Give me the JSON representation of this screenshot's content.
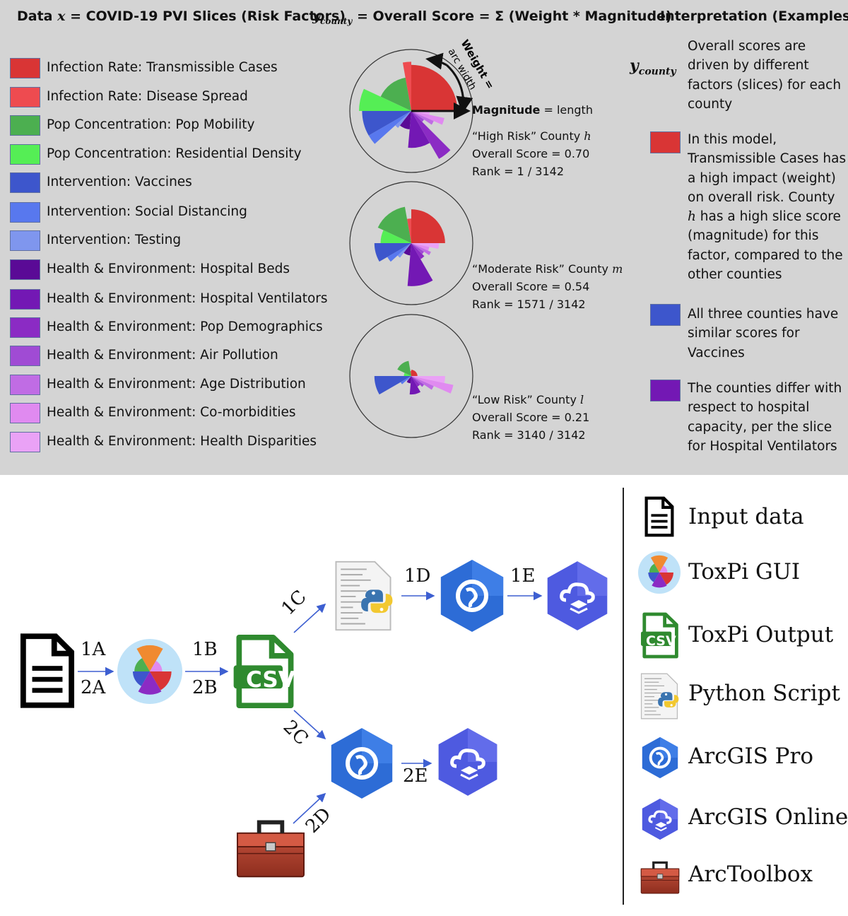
{
  "header": {
    "col1_prefix": "Data ",
    "col1_var": "x",
    "col1_suffix": " = COVID-19 PVI Slices (Risk Factors)",
    "col2_var": "y",
    "col2_sub": "county",
    "col2_suffix": " = Overall Score = Σ (Weight * Magnitude)",
    "col3": "Interpretation (Examples)"
  },
  "legend": [
    {
      "label": "Infection Rate: Transmissible Cases",
      "color": "#d93535"
    },
    {
      "label": "Infection Rate: Disease Spread",
      "color": "#ee4b50"
    },
    {
      "label": "Pop Concentration: Pop Mobility",
      "color": "#4caf50"
    },
    {
      "label": "Pop Concentration: Residential Density",
      "color": "#55ee55"
    },
    {
      "label": "Intervention: Vaccines",
      "color": "#3d56cc"
    },
    {
      "label": "Intervention: Social Distancing",
      "color": "#5878ee"
    },
    {
      "label": "Intervention: Testing",
      "color": "#7f96ee"
    },
    {
      "label": "Health & Environment: Hospital Beds",
      "color": "#5a0a96"
    },
    {
      "label": "Health & Environment: Hospital Ventilators",
      "color": "#7318b4"
    },
    {
      "label": "Health & Environment: Pop Demographics",
      "color": "#8b2bc4"
    },
    {
      "label": "Health & Environment: Air Pollution",
      "color": "#a04bd4"
    },
    {
      "label": "Health & Environment: Age Distribution",
      "color": "#c06ce4"
    },
    {
      "label": "Health & Environment: Co-morbidities",
      "color": "#e08af0"
    },
    {
      "label": "Health & Environment: Health Disparities",
      "color": "#eaa2f6"
    }
  ],
  "annotations": {
    "weight_label": "Weight =",
    "arc_width_label": "arc width",
    "magnitude_bold": "Magnitude",
    "magnitude_rest": " = length"
  },
  "counties": [
    {
      "quote": "“High Risk” County ",
      "var": "h",
      "score": "Overall Score = 0.70",
      "rank": "Rank = 1 / 3142"
    },
    {
      "quote": "“Moderate Risk” County ",
      "var": "m",
      "score": "Overall Score = 0.54",
      "rank": "Rank = 1571 / 3142"
    },
    {
      "quote": "“Low Risk” County ",
      "var": "l",
      "score": "Overall Score = 0.21",
      "rank": "Rank = 3140 / 3142"
    }
  ],
  "interpretation": {
    "y_var": "y",
    "y_sub": "county",
    "text1": "Overall scores are driven by different factors (slices) for each county",
    "text2_a": "In this model, Transmissible Cases has a high impact (weight) on overall risk. County ",
    "text2_var": "h",
    "text2_b": " has a high slice score (magnitude) for this factor, compared to the other counties",
    "text3": "All three counties have similar scores for Vaccines",
    "text4": "The counties differ with respect to hospital capacity, per the slice for Hospital Ventilators",
    "swatch2": "#d93535",
    "swatch3": "#3d56cc",
    "swatch4": "#7318b4"
  },
  "flow": {
    "labels": {
      "1A": "1A",
      "2A": "2A",
      "1B": "1B",
      "2B": "2B",
      "1C": "1C",
      "1D": "1D",
      "1E": "1E",
      "2C": "2C",
      "2D": "2D",
      "2E": "2E"
    },
    "csv_text": "CSV"
  },
  "key": [
    {
      "label": "Input data",
      "icon": "document-icon"
    },
    {
      "label": "ToxPi GUI",
      "icon": "toxpi-gui-icon"
    },
    {
      "label": "ToxPi Output",
      "icon": "csv-icon"
    },
    {
      "label": "Python Script",
      "icon": "python-script-icon"
    },
    {
      "label": "ArcGIS Pro",
      "icon": "arcgis-pro-icon"
    },
    {
      "label": "ArcGIS Online",
      "icon": "arcgis-online-icon"
    },
    {
      "label": "ArcToolbox",
      "icon": "arctoolbox-icon"
    }
  ]
}
